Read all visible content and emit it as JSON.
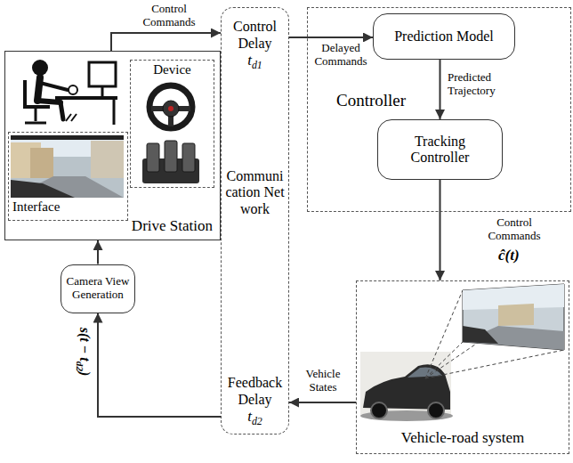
{
  "diagram": {
    "nodes": [
      {
        "text": [
          "Drive Station"
        ]
      },
      {
        "text": [
          "Device"
        ],
        "in": 0
      },
      {
        "text": [
          "Interface"
        ],
        "in": 0
      },
      {
        "text": [
          "Communication Network"
        ]
      },
      {
        "text": [
          "Control Delay",
          "td1"
        ],
        "in": 3
      },
      {
        "text": [
          "Feedback Delay",
          "td2"
        ],
        "in": 3
      },
      {
        "text": [
          "Controller"
        ]
      },
      {
        "text": [
          "Prediction Model"
        ],
        "in": 6
      },
      {
        "text": [
          "Tracking Controller"
        ],
        "in": 6
      },
      {
        "text": [
          "Vehicle-road system"
        ]
      },
      {
        "text": [
          "Camera View Generation"
        ]
      }
    ],
    "edges": [
      {
        "from": 0,
        "to": 4,
        "arrow": "to",
        "label": "Control Commands"
      },
      {
        "from": 4,
        "to": 7,
        "arrow": "to",
        "label": "Delayed Commands"
      },
      {
        "from": 7,
        "to": 8,
        "arrow": "to",
        "label": "Predicted Trajectory"
      },
      {
        "from": 8,
        "to": 9,
        "arrow": "to",
        "label": "Control Commands"
      },
      {
        "from": 9,
        "to": 5,
        "arrow": "to",
        "label": "Vehicle States"
      },
      {
        "from": 5,
        "to": 10,
        "arrow": "to",
        "label": "s(t − td2)"
      },
      {
        "from": 10,
        "to": 0,
        "arrow": "to"
      }
    ],
    "labels": [
      "ĉ(t)"
    ]
  }
}
